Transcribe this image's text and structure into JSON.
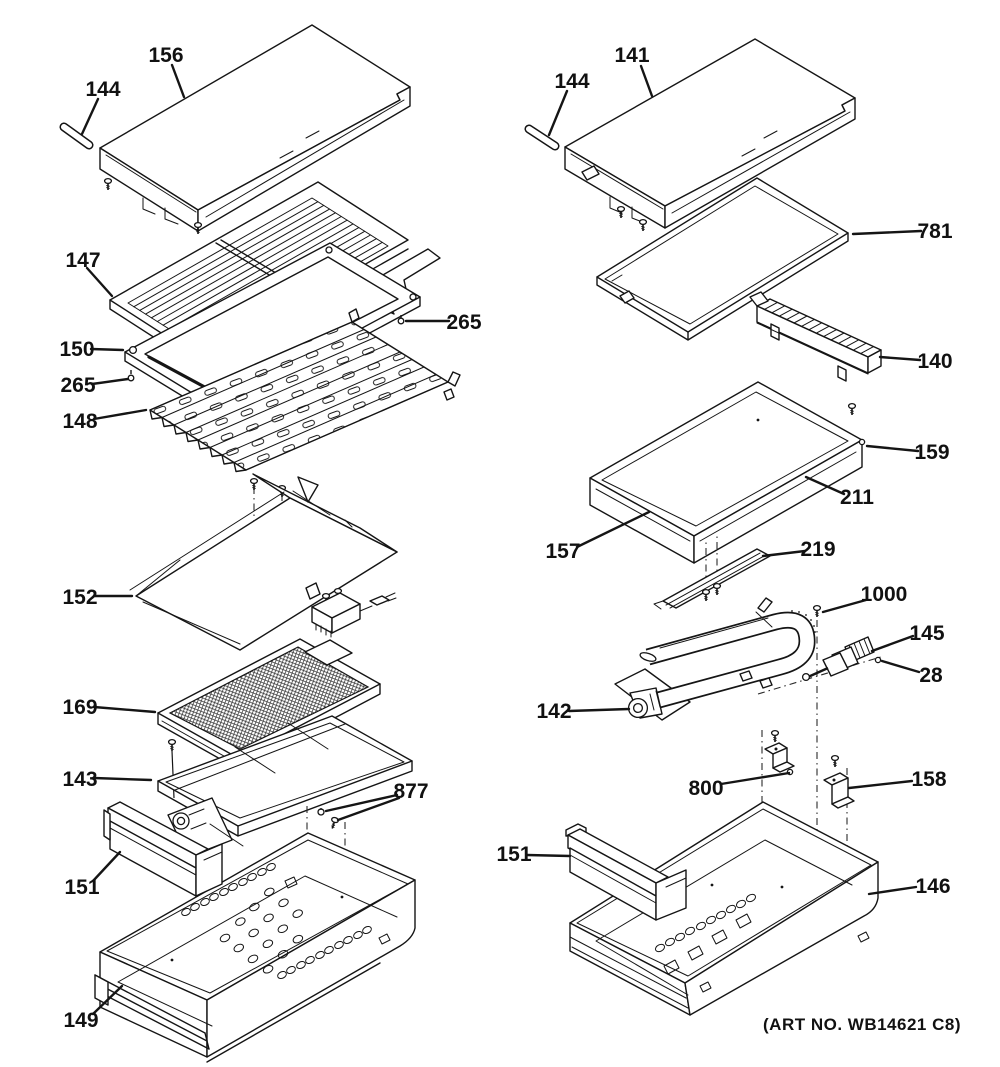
{
  "figure": {
    "type": "exploded-parts-diagram",
    "art_no": "(ART NO. WB14621 C8)",
    "callouts": [
      {
        "part": "156"
      },
      {
        "part": "144"
      },
      {
        "part": "147"
      },
      {
        "part": "265"
      },
      {
        "part": "150"
      },
      {
        "part": "265"
      },
      {
        "part": "148"
      },
      {
        "part": "152"
      },
      {
        "part": "169"
      },
      {
        "part": "143"
      },
      {
        "part": "877"
      },
      {
        "part": "151"
      },
      {
        "part": "149"
      },
      {
        "part": "141"
      },
      {
        "part": "144"
      },
      {
        "part": "781"
      },
      {
        "part": "140"
      },
      {
        "part": "159"
      },
      {
        "part": "211"
      },
      {
        "part": "157"
      },
      {
        "part": "219"
      },
      {
        "part": "1000"
      },
      {
        "part": "145"
      },
      {
        "part": "28"
      },
      {
        "part": "142"
      },
      {
        "part": "800"
      },
      {
        "part": "158"
      },
      {
        "part": "151"
      },
      {
        "part": "146"
      }
    ]
  }
}
